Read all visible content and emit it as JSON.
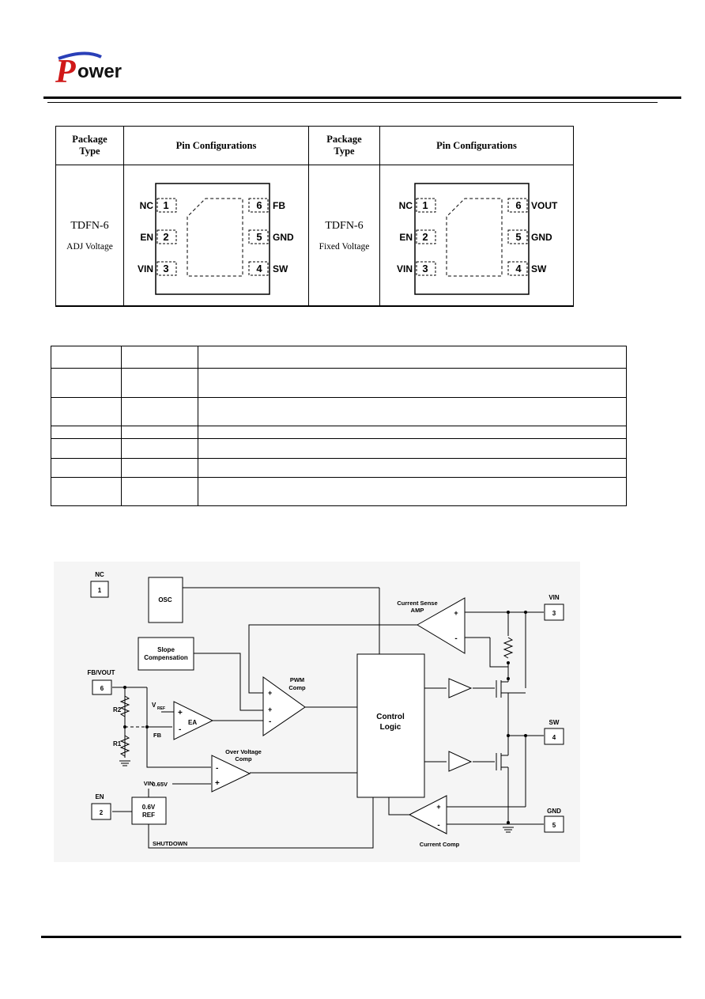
{
  "logo": {
    "text": "Power",
    "colors": {
      "p": "#d01818",
      "ower": "#111111",
      "swoosh": "#2a3fb8"
    }
  },
  "package_table": {
    "headers": [
      "Package Type",
      "Pin Configurations",
      "Package Type",
      "Pin Configurations"
    ],
    "packages": [
      {
        "type": "TDFN-6",
        "variant": "ADJ Voltage",
        "left_pins": [
          {
            "name": "NC",
            "num": "1"
          },
          {
            "name": "EN",
            "num": "2"
          },
          {
            "name": "VIN",
            "num": "3"
          }
        ],
        "right_pins": [
          {
            "name": "FB",
            "num": "6"
          },
          {
            "name": "GND",
            "num": "5"
          },
          {
            "name": "SW",
            "num": "4"
          }
        ]
      },
      {
        "type": "TDFN-6",
        "variant": "Fixed Voltage",
        "left_pins": [
          {
            "name": "NC",
            "num": "1"
          },
          {
            "name": "EN",
            "num": "2"
          },
          {
            "name": "VIN",
            "num": "3"
          }
        ],
        "right_pins": [
          {
            "name": "VOUT",
            "num": "6"
          },
          {
            "name": "GND",
            "num": "5"
          },
          {
            "name": "SW",
            "num": "4"
          }
        ]
      }
    ]
  },
  "pin_table": {
    "rows": 7
  },
  "block_diagram": {
    "pins": {
      "nc": {
        "label": "NC",
        "num": "1"
      },
      "fb_vout": {
        "label": "FB/VOUT",
        "num": "6"
      },
      "en": {
        "label": "EN",
        "num": "2"
      },
      "vin": {
        "label": "VIN",
        "num": "3"
      },
      "sw": {
        "label": "SW",
        "num": "4"
      },
      "gnd": {
        "label": "GND",
        "num": "5"
      }
    },
    "blocks": {
      "osc": "OSC",
      "slope": [
        "Slope",
        "Compensation"
      ],
      "current_sense": [
        "Current Sense",
        "AMP"
      ],
      "pwm": [
        "PWM",
        "Comp"
      ],
      "ea": "EA",
      "vref_v": "V",
      "vref_sub": "REF",
      "control": [
        "Control",
        "Logic"
      ],
      "ov": [
        "Over Voltage",
        "Comp"
      ],
      "ref": [
        "0.6V",
        "REF"
      ],
      "current_comp": "Current Comp",
      "r1": "R1",
      "r2": "R2",
      "fb": "FB",
      "v065": "0.65V",
      "vin_small": "VIN",
      "shutdown": "SHUTDOWN"
    }
  }
}
